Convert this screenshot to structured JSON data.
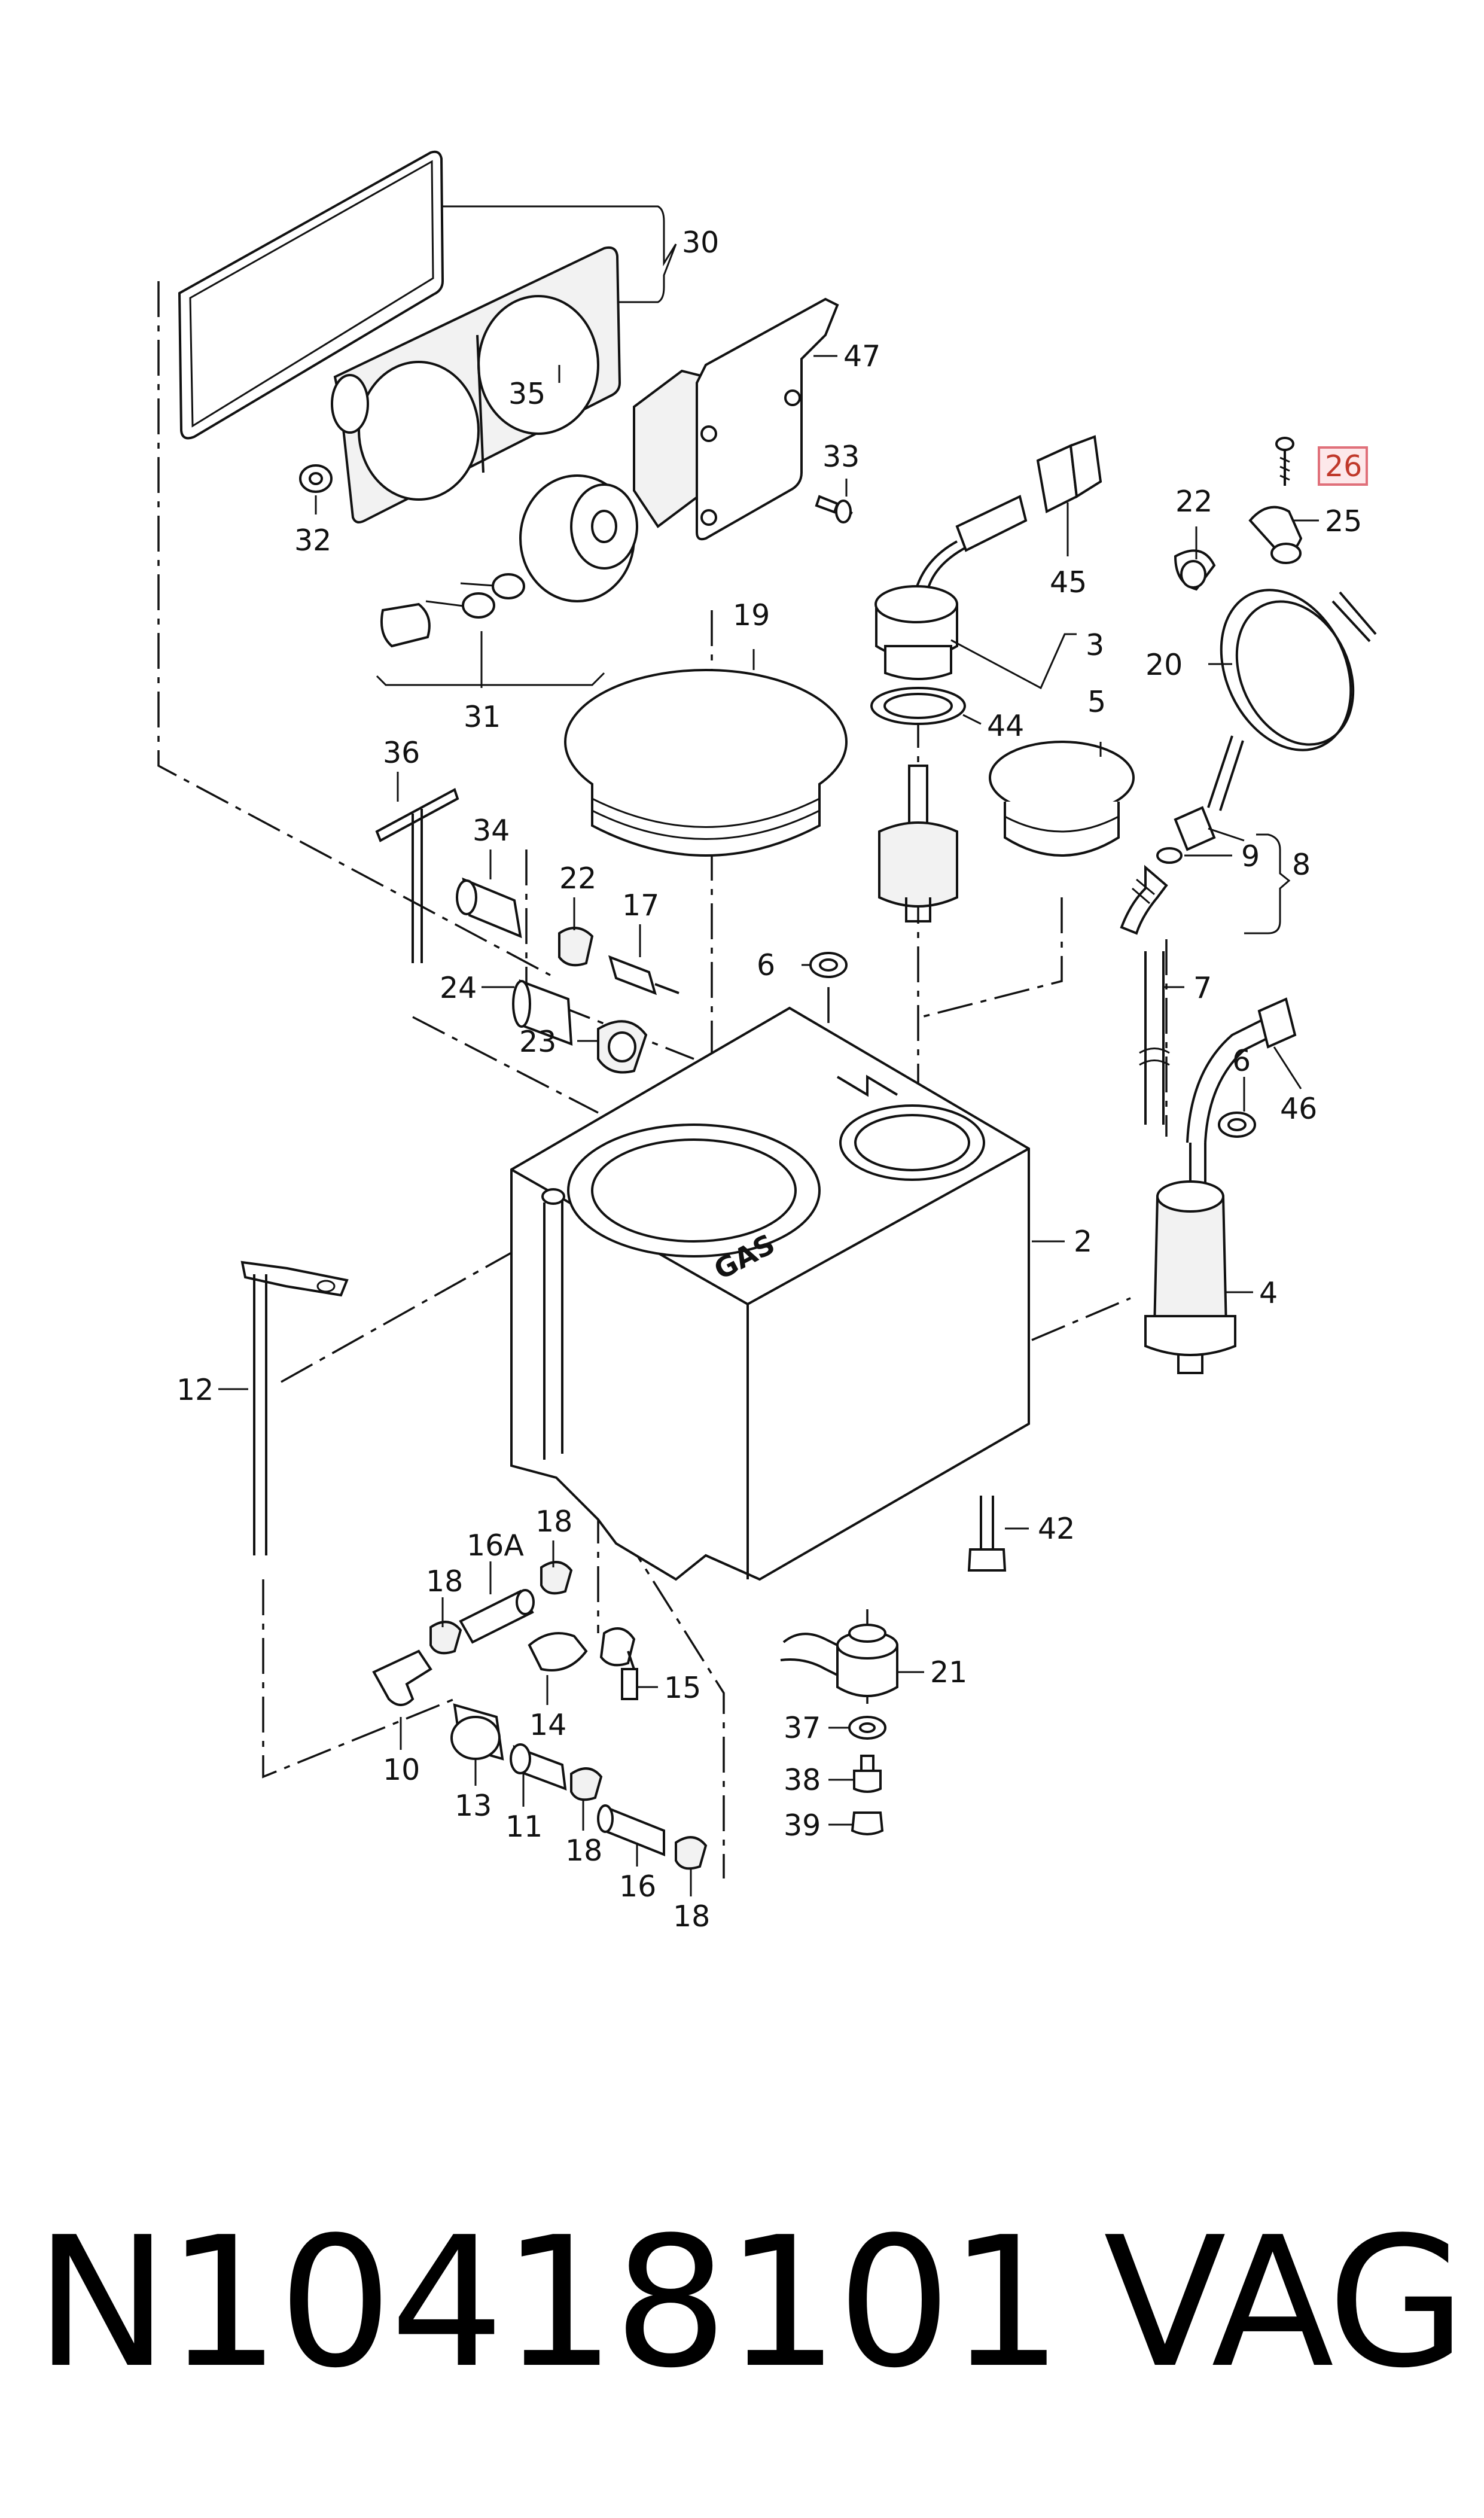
{
  "diagram": {
    "tank_marking": "GAS",
    "highlighted_callout": "26",
    "callouts": [
      "30",
      "47",
      "35",
      "32",
      "33",
      "31",
      "19",
      "45",
      "3",
      "44",
      "5",
      "22",
      "25",
      "20",
      "8",
      "9",
      "36",
      "34",
      "22",
      "17",
      "6",
      "24",
      "23",
      "7",
      "6",
      "46",
      "2",
      "4",
      "12",
      "42",
      "18",
      "16A",
      "18",
      "14",
      "15",
      "21",
      "10",
      "13",
      "11",
      "18",
      "16",
      "18",
      "37",
      "38",
      "39"
    ]
  },
  "footer": {
    "part_number": "N10418101",
    "brand": "VAG"
  }
}
